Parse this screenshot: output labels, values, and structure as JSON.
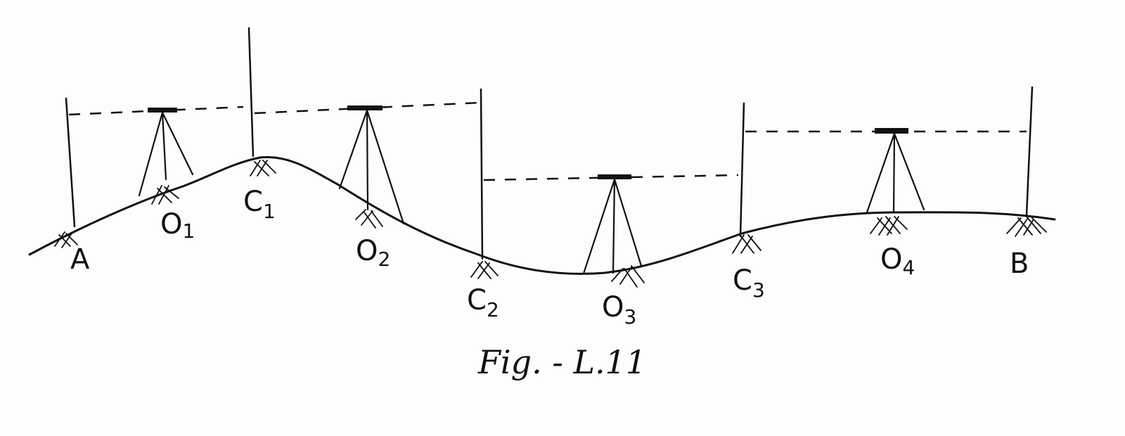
{
  "figure": {
    "caption": "Fig. - L.11",
    "background": "#fdfdfd",
    "ink": "#111111"
  },
  "points": {
    "A": {
      "letter": "A",
      "sub": ""
    },
    "C1": {
      "letter": "C",
      "sub": "1"
    },
    "C2": {
      "letter": "C",
      "sub": "2"
    },
    "C3": {
      "letter": "C",
      "sub": "3"
    },
    "B": {
      "letter": "B",
      "sub": ""
    },
    "O1": {
      "letter": "O",
      "sub": "1"
    },
    "O2": {
      "letter": "O",
      "sub": "2"
    },
    "O3": {
      "letter": "O",
      "sub": "3"
    },
    "O4": {
      "letter": "O",
      "sub": "4"
    }
  },
  "legend": {
    "staff_points": [
      "A",
      "C1",
      "C2",
      "C3",
      "B"
    ],
    "instrument_stations": [
      "O1",
      "O2",
      "O3",
      "O4"
    ],
    "sight_lines": "dashed horizontal lines of collimation"
  }
}
